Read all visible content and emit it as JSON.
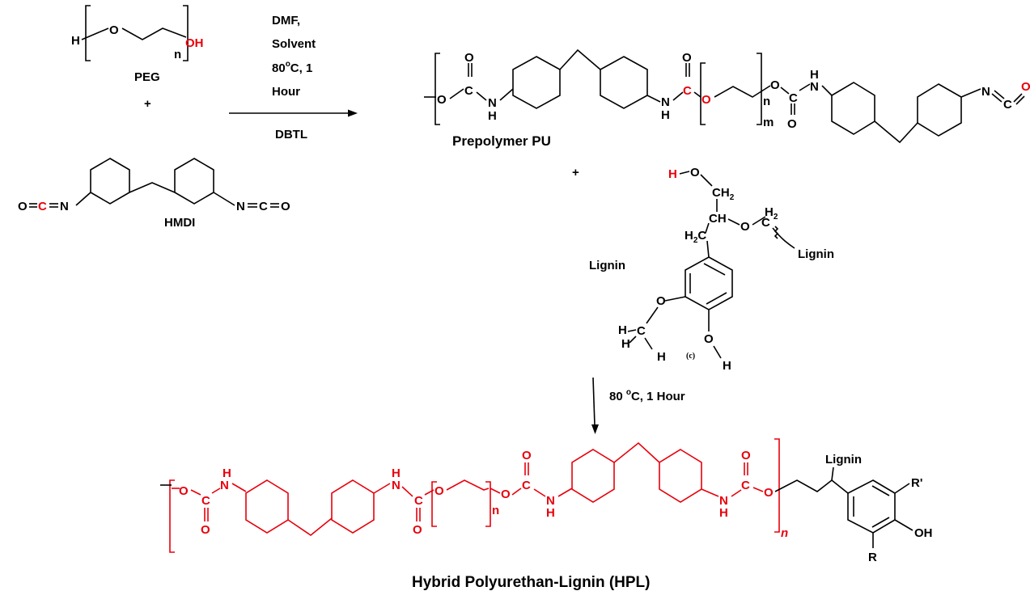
{
  "reactants": {
    "peg": {
      "name": "PEG",
      "h": "H",
      "o": "O",
      "oh": "OH",
      "n": "n"
    },
    "plus1": "+",
    "hmdi": {
      "name": "HMDI",
      "left_o": "O",
      "left_c": "C",
      "left_n": "N",
      "right_n": "N",
      "right_c": "C",
      "right_o": "O"
    }
  },
  "conditions_1": {
    "line1": "DMF,",
    "line2": "Solvent",
    "line3_pre": "80",
    "line3_sup": "o",
    "line3_post": "C,  1",
    "line4": "Hour",
    "catalyst": "DBTL"
  },
  "prepolymer": {
    "name": "Prepolymer PU",
    "o": "O",
    "c": "C",
    "n": "N",
    "h": "H",
    "m": "m",
    "n_sub": "n"
  },
  "plus2": "+",
  "lignin": {
    "label": "Lignin",
    "chain_label": "Lignin",
    "h": "H",
    "o": "O",
    "c": "C",
    "ch": "CH",
    "h2": "2",
    "tag": "(c)"
  },
  "conditions_2": {
    "pre": "80 ",
    "sup": "o",
    "post": "C, 1 Hour"
  },
  "product": {
    "title": "Hybrid Polyurethan-Lignin (HPL)",
    "lignin_label": "Lignin",
    "r": "R",
    "r_prime": "R'",
    "oh": "OH",
    "o": "O",
    "c": "C",
    "n": "N",
    "h": "H",
    "n_sub": "n"
  },
  "colors": {
    "black": "#000000",
    "red": "#e8000b"
  }
}
